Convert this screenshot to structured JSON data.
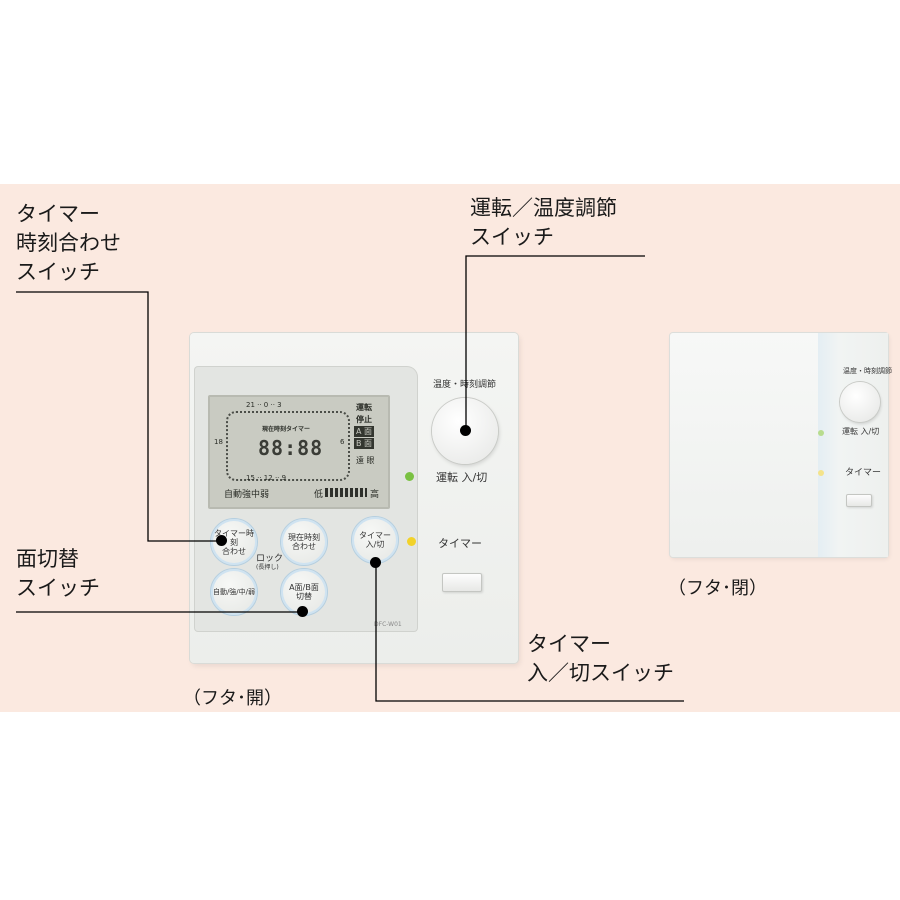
{
  "callouts": {
    "timer_clock_set": "タイマー\n時刻合わせ\nスイッチ",
    "run_temp_adjust": "運転／温度調節\nスイッチ",
    "face_switch": "面切替\nスイッチ",
    "timer_on_off": "タイマー\n入／切スイッチ"
  },
  "captions": {
    "lid_open": "（フタ･開）",
    "lid_closed": "（フタ･閉）"
  },
  "open_controller": {
    "lcd": {
      "clock_labels": "現在時刻タイマー",
      "digits": "88:88",
      "status_run": "運転",
      "status_stop": "停止",
      "face_a": "A 面",
      "face_b": "B 面",
      "mode_row": "自動強中弱",
      "level_low": "低",
      "level_high": "高",
      "remote": "遠 眼",
      "dial_top": "21 ·· 0 ·· 3",
      "dial_left": "18",
      "dial_right": "6",
      "dial_bottom": "15 ·· 12 ·· 9"
    },
    "buttons": {
      "timer_time_set": "タイマー時刻\n合わせ",
      "current_time_set": "現在時刻\n合わせ",
      "timer_on_off": "タイマー\n入/切",
      "auto_strength": "自動/強/中/弱",
      "face_switch": "A面/B面\n切替",
      "lock": "ロック",
      "lock_sub": "(長押し)"
    },
    "model": "DFC-W01",
    "knob_top_label": "温度・時刻調節",
    "knob_bottom_label": "運転 入/切",
    "timer_label": "タイマー",
    "led_run_color": "#7ac142",
    "led_timer_color": "#f2d22a"
  },
  "closed_controller": {
    "knob_top_label": "温度・時刻調節",
    "knob_bottom_label": "運転 入/切",
    "timer_label": "タイマー"
  }
}
